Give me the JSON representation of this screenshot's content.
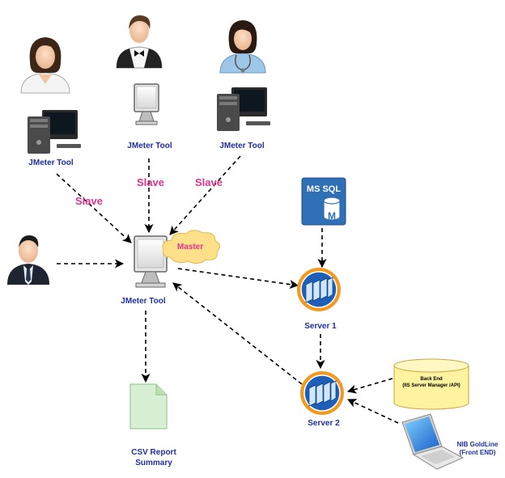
{
  "labels": {
    "jmeter_left": "JMeter Tool",
    "jmeter_mid": "JMeter Tool",
    "jmeter_right": "JMeter Tool",
    "jmeter_master": "JMeter Tool",
    "slave_left": "Slave",
    "slave_mid": "Slave",
    "slave_right": "Slave",
    "master": "Master",
    "ms_sql": "MS SQL",
    "db_letter": "M",
    "server1": "Server 1",
    "server2": "Server 2",
    "backend_line1": "Back End",
    "backend_line2": "(IIS Server Manager /API)",
    "nib_line1": "NIB GoldLine",
    "nib_line2": "(Front END)",
    "csv_line1": "CSV Report",
    "csv_line2": "Summary"
  },
  "colors": {
    "tool_label": "#1f2fa0",
    "slave_label": "#e0338f",
    "master_cloud": "#ffe08a",
    "mssql_box": "#2f6fb5",
    "server_ring": "#f39a1e",
    "server_inner": "#1f5fb8",
    "backend_cylinder": "#fff3a0",
    "csv_file": "#d8efd3",
    "arrow": "#000000"
  },
  "icons": [
    "user-female-icon",
    "user-waiter-icon",
    "user-nurse-icon",
    "user-businessman-icon",
    "desktop-tower-icon",
    "monitor-icon",
    "database-icon",
    "server-icon",
    "laptop-icon",
    "file-icon",
    "cloud-icon"
  ]
}
